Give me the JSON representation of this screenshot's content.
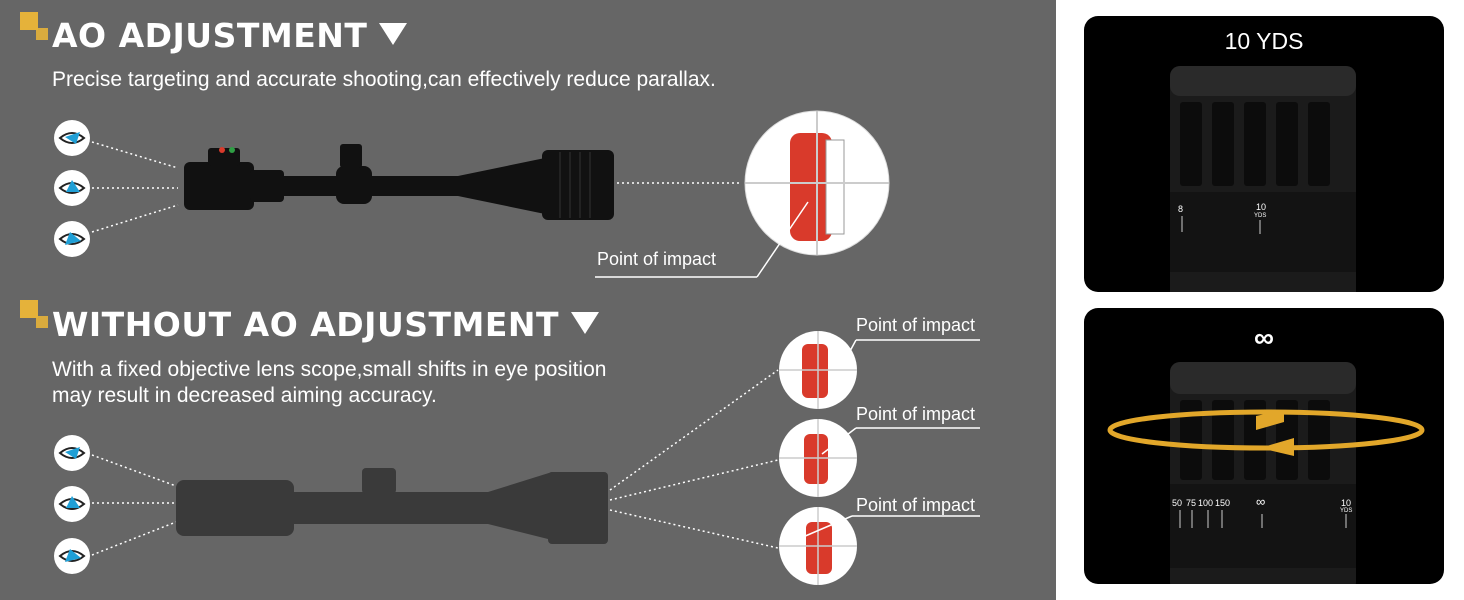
{
  "ao_section": {
    "title": "AO ADJUSTMENT",
    "description": "Precise targeting and accurate shooting,can effectively reduce parallax.",
    "impact_label": "Point of impact",
    "eye_icons": [
      "eye-icon",
      "eye-icon",
      "eye-icon"
    ]
  },
  "without_section": {
    "title": "WITHOUT AO ADJUSTMENT",
    "description_line1": "With a fixed objective lens scope,small shifts in eye position",
    "description_line2": "may result in decreased aiming accuracy.",
    "impact_labels": [
      "Point of impact",
      "Point of impact",
      "Point of impact"
    ],
    "eye_icons": [
      "eye-icon",
      "eye-icon",
      "eye-icon"
    ]
  },
  "panel_top": {
    "label": "10 YDS",
    "scale": {
      "left": "8",
      "main": "10",
      "unit": "YDS"
    }
  },
  "panel_bottom": {
    "label": "∞",
    "scale": {
      "n1": "50",
      "n2": "75",
      "n3": "100",
      "n4": "150",
      "inf": "∞",
      "n5": "10",
      "unit": "YDS"
    }
  },
  "colors": {
    "background_left": "#666666",
    "accent_square": "#e5b23a",
    "target_red": "#d93a2b",
    "arrow_gold": "#e2a72a"
  }
}
